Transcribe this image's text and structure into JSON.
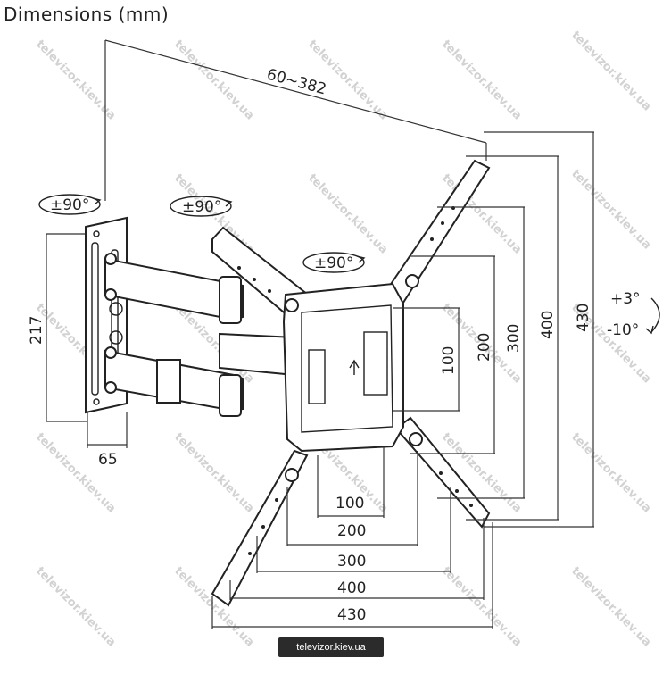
{
  "title": "Dimensions (mm)",
  "credit": "televizor.kiev.ua",
  "watermark": "televizor.kiev.ua",
  "dimensions": {
    "extension": "60~382",
    "wall_plate_height": "217",
    "wall_plate_width": "65",
    "rot_wall": "±90°",
    "rot_arm": "±90°",
    "rot_plate": "±90°",
    "tilt_up": "+3°",
    "tilt_down": "-10°",
    "v100": "100",
    "v200": "200",
    "v300": "300",
    "v400": "400",
    "v430": "430",
    "h100": "100",
    "h200": "200",
    "h300": "300",
    "h400": "400",
    "h430": "430"
  }
}
